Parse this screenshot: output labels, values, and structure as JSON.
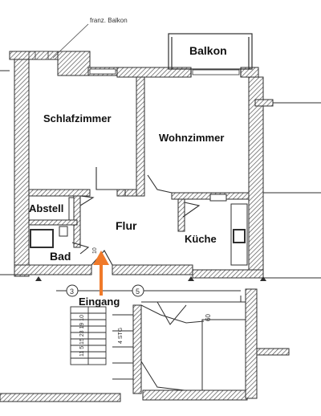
{
  "rooms": {
    "balkon": "Balkon",
    "schlafzimmer": "Schlafzimmer",
    "wohnzimmer": "Wohnzimmer",
    "abstell": "Abstell",
    "flur": "Flur",
    "kueche": "Küche",
    "bad": "Bad"
  },
  "annotations": {
    "franz_balkon": "franz. Balkon",
    "eingang": "Eingang",
    "axis_3": "3",
    "axis_5": "5",
    "dim_60": "60",
    "dim_10": "10",
    "stair_labels": "11 5 15 23 19 10",
    "stair_note": "4 STG"
  },
  "colors": {
    "wall": "#2f2f2f",
    "hatch": "#7a7a7a",
    "entrance_arrow": "#f07a2a"
  }
}
